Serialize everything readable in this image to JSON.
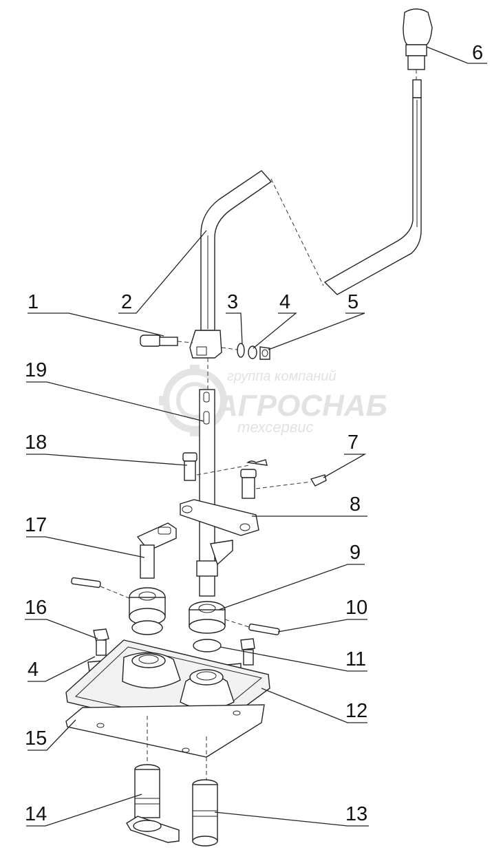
{
  "watermark": {
    "line1": "группа компаний",
    "line2": "АГРОСНАБ",
    "line3": "техсервис"
  },
  "callouts": [
    {
      "id": "label-1",
      "text": "1"
    },
    {
      "id": "label-2",
      "text": "2"
    },
    {
      "id": "label-3",
      "text": "3"
    },
    {
      "id": "label-4a",
      "text": "4"
    },
    {
      "id": "label-5",
      "text": "5"
    },
    {
      "id": "label-6",
      "text": "6"
    },
    {
      "id": "label-7",
      "text": "7"
    },
    {
      "id": "label-8",
      "text": "8"
    },
    {
      "id": "label-9",
      "text": "9"
    },
    {
      "id": "label-10",
      "text": "10"
    },
    {
      "id": "label-11",
      "text": "11"
    },
    {
      "id": "label-12",
      "text": "12"
    },
    {
      "id": "label-13",
      "text": "13"
    },
    {
      "id": "label-14",
      "text": "14"
    },
    {
      "id": "label-15",
      "text": "15"
    },
    {
      "id": "label-16",
      "text": "16"
    },
    {
      "id": "label-4b",
      "text": "4"
    },
    {
      "id": "label-17",
      "text": "17"
    },
    {
      "id": "label-18",
      "text": "18"
    },
    {
      "id": "label-19",
      "text": "19"
    }
  ],
  "colors": {
    "line": "#222222",
    "watermark": "#e2e2e2",
    "background": "#ffffff"
  }
}
